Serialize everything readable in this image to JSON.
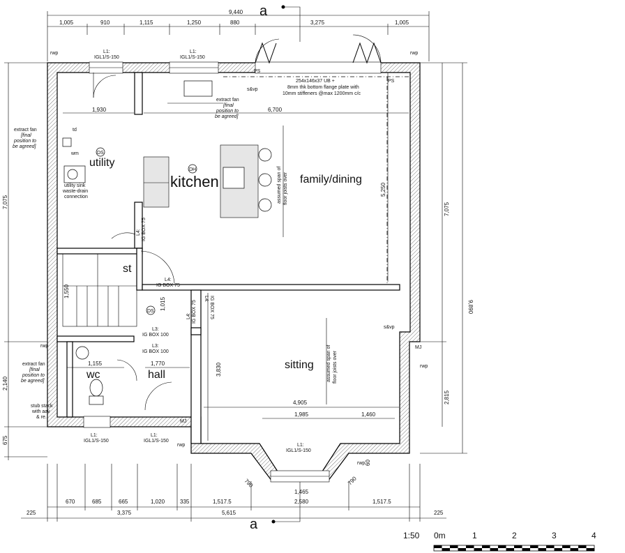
{
  "section_marker": "a",
  "scale": {
    "label": "1:50",
    "ticks": [
      "0m",
      "1",
      "2",
      "3",
      "4"
    ]
  },
  "rooms": {
    "utility": "utility",
    "kitchen": "kitchen",
    "family_dining": "family/dining",
    "sitting": "sitting",
    "hall": "hall",
    "wc": "wc",
    "st": "st"
  },
  "symbols": {
    "ds": "DS",
    "dh": "DH"
  },
  "dims_top": {
    "overall": "9,440",
    "segments": [
      "1,005",
      "910",
      "1,115",
      "1,250",
      "880",
      "3,275",
      "1,005"
    ]
  },
  "dims_bottom": {
    "row1": [
      "670",
      "685",
      "665",
      "1,020",
      "335",
      "1,517.5",
      "1,465",
      "1,517.5"
    ],
    "row2": [
      "225",
      "3,375",
      "5,615",
      "2,580",
      "225"
    ]
  },
  "dims_left": {
    "upper": "7,075",
    "mid": "2,140",
    "low": "675"
  },
  "dims_right": {
    "upper": "7,075",
    "overall": "9,890",
    "low": "2,815"
  },
  "dims_internal": {
    "utility_width": "1,930",
    "family_width": "6,700",
    "family_depth": "5,250",
    "stair": "1,550",
    "hall_1015": "1,015",
    "wc_width": "1,155",
    "hall_width": "1,770",
    "sitting_depth": "3,830",
    "sitting_width": "4,905",
    "bay_left": "1,985",
    "bay_right": "1,460",
    "bay_side_left": "790",
    "bay_side_right": "790",
    "bay_small": "60"
  },
  "annotations": {
    "lintel_1a": "L1:",
    "lintel_1b": "IGL1/S-150",
    "lintel_2a": "L1:",
    "lintel_2b": "IGL1/S-150",
    "lintel_wc_a": "L1:",
    "lintel_wc_b": "IGL1/S-150",
    "lintel_hall_a": "L1:",
    "lintel_hall_b": "IGL1/S-150",
    "lintel_bay_a": "L1:",
    "lintel_bay_b": "IGL1/S-150",
    "beam_1": "254x146x37 UB +",
    "beam_2": "8mm thk bottom flange plate with",
    "beam_3": "10mm stiffeners @max 1200mm c/c",
    "ps_left": "PS",
    "ps_right": "PS",
    "svp_top": "s&vp",
    "svp_right": "s&vp",
    "extract_k": "extract fan",
    "extract_k_2": "[final",
    "extract_k_3": "position to",
    "extract_k_4": "be agreed]",
    "extract_u": "extract fan",
    "extract_u_2": "[final",
    "extract_u_3": "position to",
    "extract_u_4": "be agreed]",
    "extract_w": "extract fan",
    "extract_w_2": "[final",
    "extract_w_3": "position to",
    "extract_w_4": "be agreed]",
    "td": "td",
    "wm": "wm",
    "sink_1": "utility sink",
    "sink_2": "waste-drain",
    "sink_3": "connection",
    "span_family_1": "assumed span of",
    "span_family_2": "floor joists over",
    "span_sitting_1": "assumed span of",
    "span_sitting_2": "floor joists over",
    "l4_a": "L4:",
    "l4_b": "IG BOX 75",
    "l4_c": "L4:",
    "l4_d": "IG BOX 75",
    "l4_e": "L4:",
    "l4_f": "IG BOX 75",
    "l4_g": "L4:",
    "l4_h": "IG BOX 75",
    "l3_a": "L3:",
    "l3_b": "IG BOX 100",
    "l3_c": "L3:",
    "l3_d": "IG BOX 100",
    "stub_1": "stub stack",
    "stub_2": "with aav",
    "stub_3": "& re.",
    "rwp_tl": "rwp",
    "rwp_tr": "rwp",
    "rwp_ml": "rwp",
    "rwp_mr": "rwp",
    "rwp_bl": "rwp",
    "rwp_br": "rwp",
    "mj_right": "MJ",
    "mj_bottom": "MJ"
  }
}
